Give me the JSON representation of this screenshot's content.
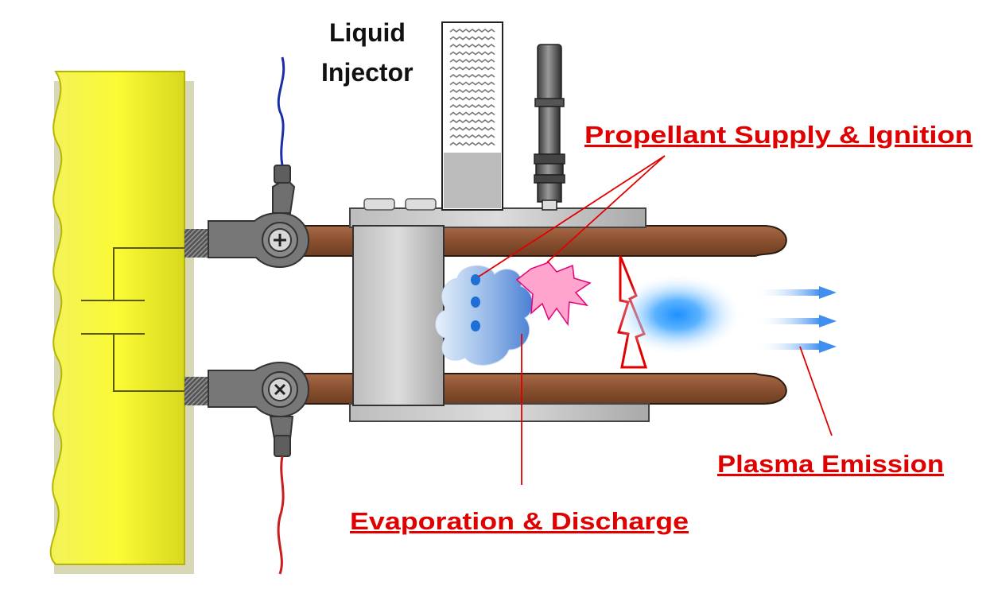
{
  "labels": {
    "liquid_injector_line1": "Liquid",
    "liquid_injector_line2": "Injector",
    "propellant": "Propellant Supply & Ignition",
    "evaporation": "Evaporation & Discharge",
    "plasma": "Plasma Emission"
  },
  "colors": {
    "capacitor_box": "#f7f73a",
    "electrode": "#8b5233",
    "clamp": "#c8c8c8",
    "annotation": "#e00000",
    "plasma": "#1e90ff",
    "spark": "#ff99cc"
  }
}
